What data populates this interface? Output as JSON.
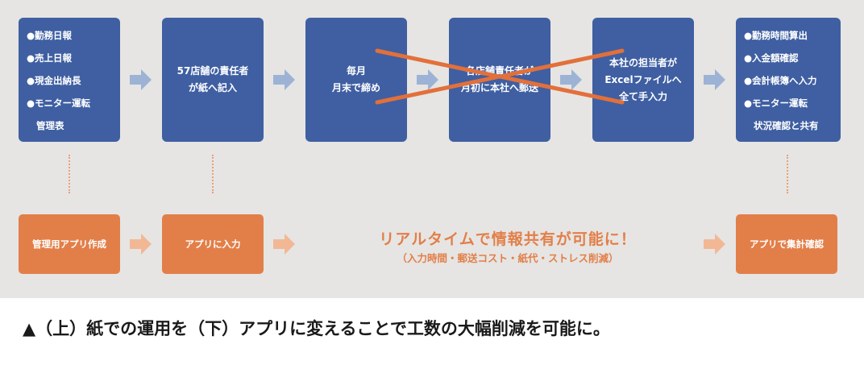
{
  "colors": {
    "box_blue": "#3f5fa2",
    "box_orange": "#e27f49",
    "arrow_blue": "#9db3d6",
    "arrow_orange": "#f2b896",
    "cross_out": "#e2703a",
    "panel_bg": "#e6e5e3"
  },
  "paper_flow": {
    "box1_items": [
      "●勤務日報",
      "●売上日報",
      "●現金出納長",
      "●モニター運転",
      "管理表"
    ],
    "box2_lines": [
      "57店舗の責任者",
      "が紙へ記入"
    ],
    "box3_lines": [
      "毎月",
      "月末で締め"
    ],
    "box4_lines": [
      "各店舗責任者が",
      "月初に本社へ郵送"
    ],
    "box5_lines": [
      "本社の担当者が",
      "Excelファイルへ",
      "全て手入力"
    ],
    "box6_items": [
      "●勤務時間算出",
      "●入金額確認",
      "●会計帳簿へ入力",
      "●モニター運転",
      "状況確認と共有"
    ]
  },
  "app_flow": {
    "box1": "管理用アプリ作成",
    "box2": "アプリに入力",
    "headline": "リアルタイムで情報共有が可能に！",
    "subline": "（入力時間・郵送コスト・紙代・ストレス削減）",
    "box3": "アプリで集計確認"
  },
  "caption": "▲（上）紙での運用を（下）アプリに変えることで工数の大幅削減を可能に。"
}
